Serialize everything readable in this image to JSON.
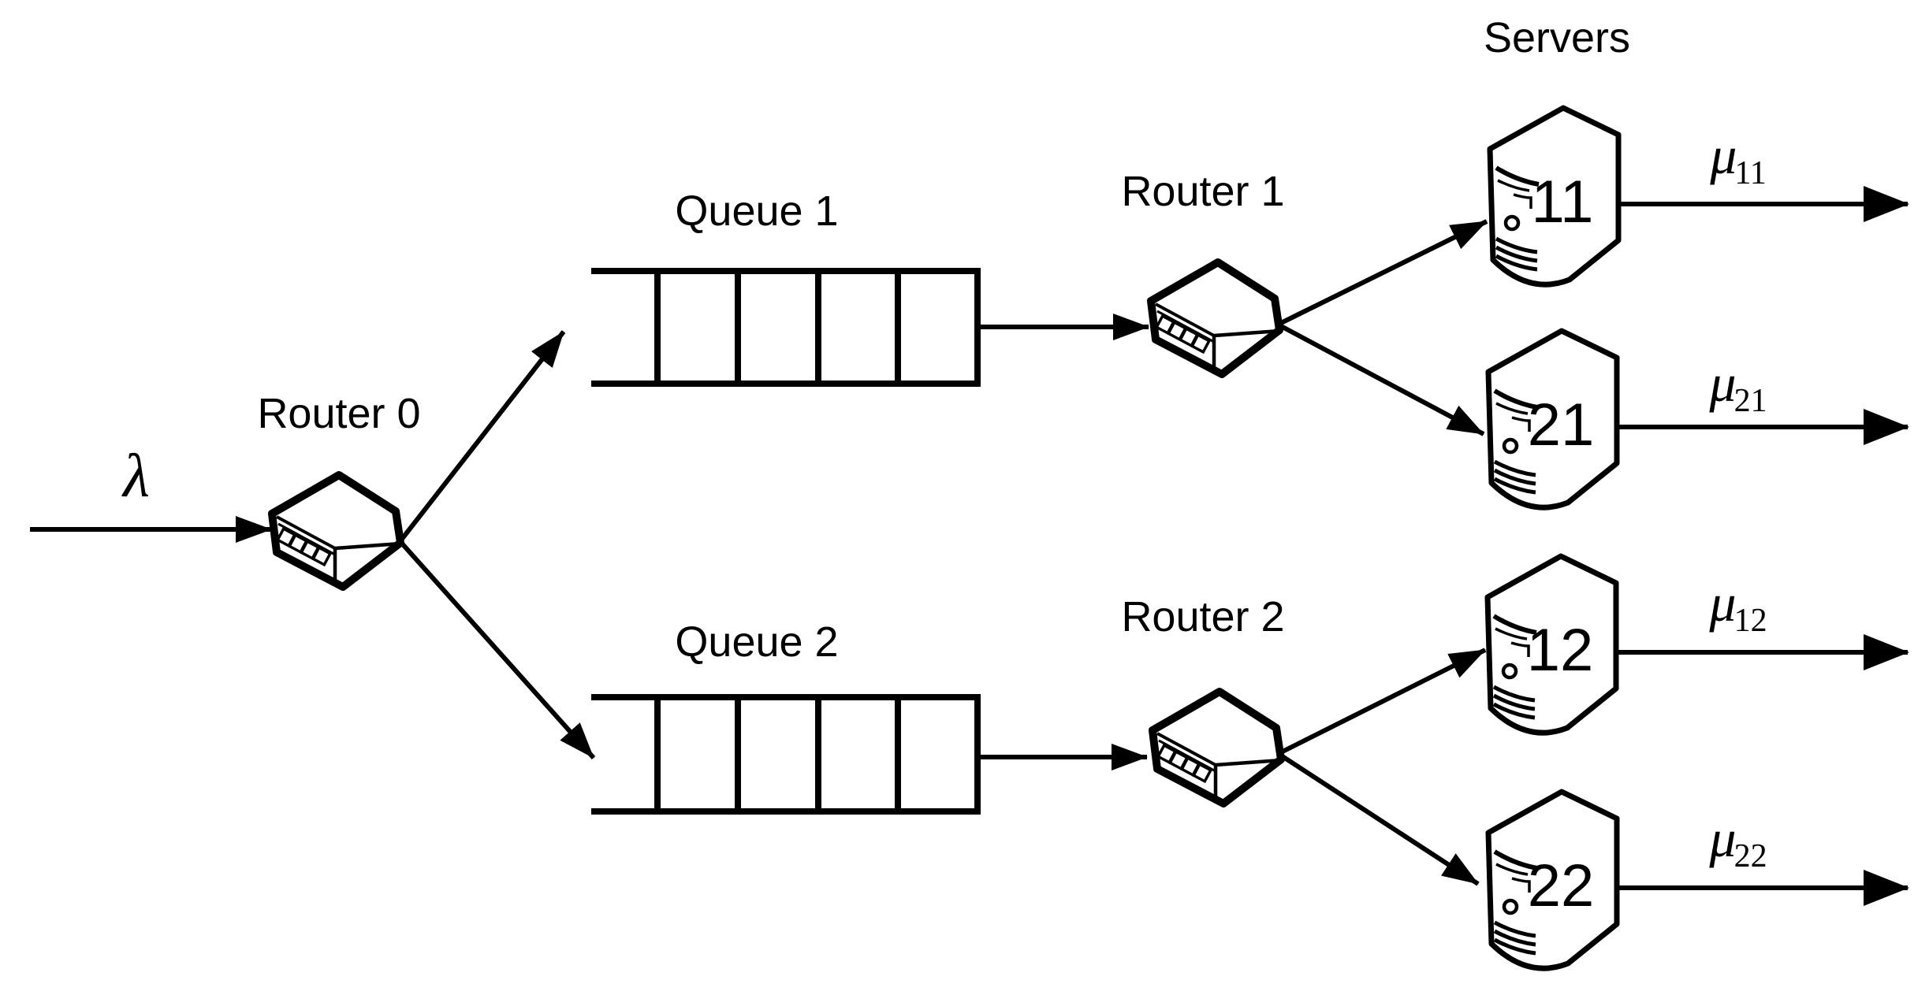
{
  "diagram": {
    "colors": {
      "ink": "#000000",
      "background": "#ffffff"
    },
    "servers_title": "Servers",
    "arrival": {
      "symbol": "λ"
    },
    "routers": [
      {
        "id": "router-0",
        "label": "Router 0"
      },
      {
        "id": "router-1",
        "label": "Router 1"
      },
      {
        "id": "router-2",
        "label": "Router 2"
      }
    ],
    "queues": [
      {
        "id": "queue-1",
        "label": "Queue 1",
        "slots": 4
      },
      {
        "id": "queue-2",
        "label": "Queue 2",
        "slots": 4
      }
    ],
    "servers": [
      {
        "id": "server-11",
        "number": "11",
        "rate": {
          "symbol": "μ",
          "subscript": "11"
        }
      },
      {
        "id": "server-21",
        "number": "21",
        "rate": {
          "symbol": "μ",
          "subscript": "21"
        }
      },
      {
        "id": "server-12",
        "number": "12",
        "rate": {
          "symbol": "μ",
          "subscript": "12"
        }
      },
      {
        "id": "server-22",
        "number": "22",
        "rate": {
          "symbol": "μ",
          "subscript": "22"
        }
      }
    ],
    "edges": [
      {
        "from": "arrival",
        "to": "router-0"
      },
      {
        "from": "router-0",
        "to": "queue-1"
      },
      {
        "from": "router-0",
        "to": "queue-2"
      },
      {
        "from": "queue-1",
        "to": "router-1"
      },
      {
        "from": "queue-2",
        "to": "router-2"
      },
      {
        "from": "router-1",
        "to": "server-11"
      },
      {
        "from": "router-1",
        "to": "server-21"
      },
      {
        "from": "router-2",
        "to": "server-12"
      },
      {
        "from": "router-2",
        "to": "server-22"
      },
      {
        "from": "server-11",
        "to": "exit"
      },
      {
        "from": "server-21",
        "to": "exit"
      },
      {
        "from": "server-12",
        "to": "exit"
      },
      {
        "from": "server-22",
        "to": "exit"
      }
    ]
  }
}
